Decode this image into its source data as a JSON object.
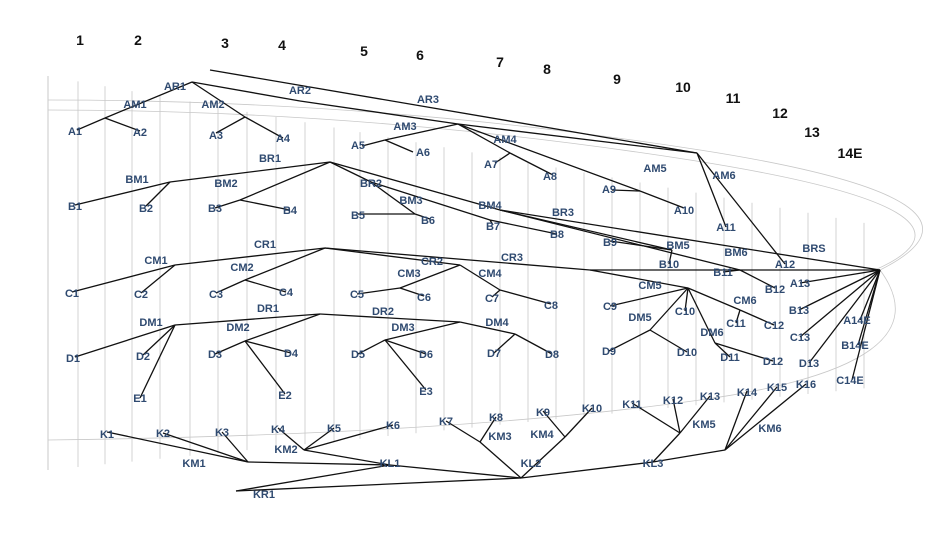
{
  "numbers": [
    "1",
    "2",
    "3",
    "4",
    "5",
    "6",
    "7",
    "8",
    "9",
    "10",
    "11",
    "12",
    "13",
    "14E"
  ],
  "nodes": {
    "AR1": "AR1",
    "AR2": "AR2",
    "AR3": "AR3",
    "AM1": "AM1",
    "AM2": "AM2",
    "AM3": "AM3",
    "AM4": "AM4",
    "AM5": "AM5",
    "AM6": "AM6",
    "A1": "A1",
    "A2": "A2",
    "A3": "A3",
    "A4": "A4",
    "A5": "A5",
    "A6": "A6",
    "A7": "A7",
    "A8": "A8",
    "A9": "A9",
    "A10": "A10",
    "A11": "A11",
    "A12": "A12",
    "A13": "A13",
    "A14E": "A14E",
    "BR1": "BR1",
    "BR2": "BR2",
    "BR3": "BR3",
    "BRS": "BRS",
    "BM1": "BM1",
    "BM2": "BM2",
    "BM3": "BM3",
    "BM4": "BM4",
    "BM5": "BM5",
    "BM6": "BM6",
    "B1": "B1",
    "B2": "B2",
    "B3": "B3",
    "B4": "B4",
    "B5": "B5",
    "B6": "B6",
    "B7": "B7",
    "B8": "B8",
    "B9": "B9",
    "B10": "B10",
    "B11": "B11",
    "B12": "B12",
    "B13": "B13",
    "B14E": "B14E",
    "CR1": "CR1",
    "CR2": "CR2",
    "CR3": "CR3",
    "CM1": "CM1",
    "CM2": "CM2",
    "CM3": "CM3",
    "CM4": "CM4",
    "CM5": "CM5",
    "CM6": "CM6",
    "C1": "C1",
    "C2": "C2",
    "C3": "C3",
    "C4": "C4",
    "C5": "C5",
    "C6": "C6",
    "C7": "C7",
    "C8": "C8",
    "C9": "C9",
    "C10": "C10",
    "C11": "C11",
    "C12": "C12",
    "C13": "C13",
    "C14E": "C14E",
    "DR1": "DR1",
    "DR2": "DR2",
    "DM1": "DM1",
    "DM2": "DM2",
    "DM3": "DM3",
    "DM4": "DM4",
    "DM5": "DM5",
    "DM6": "DM6",
    "D1": "D1",
    "D2": "D2",
    "D3": "D3",
    "D4": "D4",
    "D5": "D5",
    "D6": "D6",
    "D7": "D7",
    "D8": "D8",
    "D9": "D9",
    "D10": "D10",
    "D11": "D11",
    "D12": "D12",
    "D13": "D13",
    "E1": "E1",
    "E2": "E2",
    "E3": "E3",
    "K1": "K1",
    "K2": "K2",
    "K3": "K3",
    "K4": "K4",
    "K5": "K5",
    "K6": "K6",
    "K7": "K7",
    "K8": "K8",
    "K9": "K9",
    "K10": "K10",
    "K11": "K11",
    "K12": "K12",
    "K13": "K13",
    "K14": "K14",
    "K15": "K15",
    "K16": "K16",
    "KM1": "KM1",
    "KM2": "KM2",
    "KM3": "KM3",
    "KM4": "KM4",
    "KM5": "KM5",
    "KM6": "KM6",
    "KL1": "KL1",
    "KL2": "KL2",
    "KL3": "KL3",
    "KR1": "KR1"
  },
  "edges": [
    [
      "AR1",
      "AR2"
    ],
    [
      "AR2",
      "AR3"
    ],
    [
      "AR1",
      "AM1"
    ],
    [
      "AR1",
      "AM2"
    ],
    [
      "AM1",
      "A1"
    ],
    [
      "AM1",
      "A2"
    ],
    [
      "AM2",
      "A3"
    ],
    [
      "AM2",
      "A4"
    ],
    [
      "AR3",
      "AM3"
    ],
    [
      "AR3",
      "AM4"
    ],
    [
      "AM3",
      "A5"
    ],
    [
      "AM3",
      "A6"
    ],
    [
      "AM4",
      "A7"
    ],
    [
      "AM4",
      "A8"
    ],
    [
      "AR3",
      "AM5"
    ],
    [
      "AR3",
      "AM6"
    ],
    [
      "AM5",
      "A9"
    ],
    [
      "AM5",
      "A10"
    ],
    [
      "AM6",
      "A12"
    ],
    [
      "AM6",
      "A11"
    ],
    [
      "BR1",
      "BM1"
    ],
    [
      "BR1",
      "BM2"
    ],
    [
      "BM1",
      "B1"
    ],
    [
      "BM1",
      "B2"
    ],
    [
      "BM2",
      "B3"
    ],
    [
      "BM2",
      "B4"
    ],
    [
      "BR1",
      "BR2"
    ],
    [
      "BR2",
      "BM3"
    ],
    [
      "BR2",
      "BM4"
    ],
    [
      "BM3",
      "B5"
    ],
    [
      "BM3",
      "B6"
    ],
    [
      "BM4",
      "B7"
    ],
    [
      "BM4",
      "B8"
    ],
    [
      "BR1",
      "BR3"
    ],
    [
      "BR3",
      "BRS"
    ],
    [
      "BR3",
      "BM5"
    ],
    [
      "BM5",
      "B9"
    ],
    [
      "BM5",
      "B10"
    ],
    [
      "BR3",
      "BM6"
    ],
    [
      "BM6",
      "B11"
    ],
    [
      "BM6",
      "B12"
    ],
    [
      "CR1",
      "CM1"
    ],
    [
      "CR1",
      "CM2"
    ],
    [
      "CM1",
      "C1"
    ],
    [
      "CM1",
      "C2"
    ],
    [
      "CM2",
      "C3"
    ],
    [
      "CM2",
      "C4"
    ],
    [
      "CR1",
      "CR2"
    ],
    [
      "CR2",
      "CM3"
    ],
    [
      "CR2",
      "CM4"
    ],
    [
      "CM3",
      "C5"
    ],
    [
      "CM3",
      "C6"
    ],
    [
      "CM4",
      "C7"
    ],
    [
      "CM4",
      "C8"
    ],
    [
      "CR1",
      "CR3"
    ],
    [
      "CR3",
      "CM5"
    ],
    [
      "CM5",
      "C9"
    ],
    [
      "CM5",
      "C10"
    ],
    [
      "CM5",
      "CM6"
    ],
    [
      "CM6",
      "C12"
    ],
    [
      "CM6",
      "C11"
    ],
    [
      "CR3",
      "BRS"
    ],
    [
      "DR1",
      "DM1"
    ],
    [
      "DR1",
      "DM2"
    ],
    [
      "DM1",
      "D1"
    ],
    [
      "DM1",
      "D2"
    ],
    [
      "DM1",
      "E1"
    ],
    [
      "DM2",
      "D3"
    ],
    [
      "DM2",
      "D4"
    ],
    [
      "DM2",
      "E2"
    ],
    [
      "DR1",
      "DR2"
    ],
    [
      "DR2",
      "DM3"
    ],
    [
      "DR2",
      "DM4"
    ],
    [
      "DM3",
      "D5"
    ],
    [
      "DM3",
      "D6"
    ],
    [
      "DM3",
      "E3"
    ],
    [
      "DM4",
      "D7"
    ],
    [
      "DM4",
      "D8"
    ],
    [
      "CM5",
      "DM5"
    ],
    [
      "DM5",
      "D9"
    ],
    [
      "DM5",
      "D10"
    ],
    [
      "CM5",
      "DM6"
    ],
    [
      "DM6",
      "D11"
    ],
    [
      "DM6",
      "D12"
    ],
    [
      "BRS",
      "A13"
    ],
    [
      "BRS",
      "B13"
    ],
    [
      "BRS",
      "C13"
    ],
    [
      "BRS",
      "D13"
    ],
    [
      "BRS",
      "A14E"
    ],
    [
      "BRS",
      "B14E"
    ],
    [
      "BRS",
      "C14E"
    ],
    [
      "K1",
      "KM1"
    ],
    [
      "K2",
      "KM1"
    ],
    [
      "K3",
      "KM1"
    ],
    [
      "KM1",
      "KL1"
    ],
    [
      "K4",
      "KM2"
    ],
    [
      "K5",
      "KM2"
    ],
    [
      "K6",
      "KM2"
    ],
    [
      "KM2",
      "KL1"
    ],
    [
      "KL1",
      "KL2"
    ],
    [
      "K7",
      "KM3"
    ],
    [
      "K8",
      "KM3"
    ],
    [
      "KM3",
      "KL2"
    ],
    [
      "K9",
      "KM4"
    ],
    [
      "K10",
      "KM4"
    ],
    [
      "KM4",
      "KL2"
    ],
    [
      "KL2",
      "KL3"
    ],
    [
      "K11",
      "KM5"
    ],
    [
      "K12",
      "KM5"
    ],
    [
      "K13",
      "KM5"
    ],
    [
      "KM5",
      "KL3"
    ],
    [
      "K14",
      "KM6"
    ],
    [
      "K15",
      "KM6"
    ],
    [
      "K16",
      "KM6"
    ],
    [
      "KM6",
      "KL3"
    ],
    [
      "KL2",
      "KR1"
    ],
    [
      "KR1",
      "KL1"
    ]
  ]
}
